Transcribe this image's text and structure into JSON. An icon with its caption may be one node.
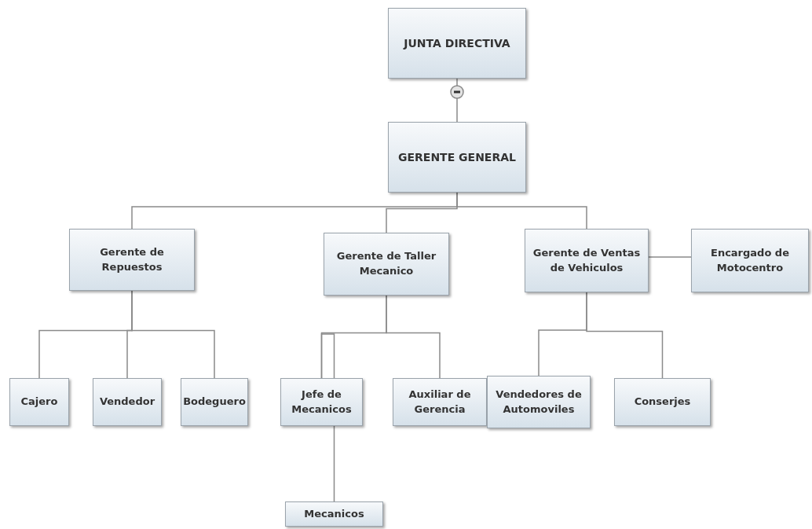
{
  "diagram": {
    "nodes": [
      {
        "text": [
          "JUNTA DIRECTIVA"
        ]
      },
      {
        "text": [
          "GERENTE GENERAL"
        ]
      },
      {
        "text": [
          "Gerente de Repuestos"
        ]
      },
      {
        "text": [
          "Gerente de Taller Mecanico"
        ]
      },
      {
        "text": [
          "Gerente de Ventas de Vehiculos"
        ]
      },
      {
        "text": [
          "Encargado de Motocentro"
        ]
      },
      {
        "text": [
          "Cajero"
        ]
      },
      {
        "text": [
          "Vendedor"
        ]
      },
      {
        "text": [
          "Bodeguero"
        ]
      },
      {
        "text": [
          "Jefe de Mecanicos"
        ]
      },
      {
        "text": [
          "Auxiliar de Gerencia"
        ]
      },
      {
        "text": [
          "Vendedores de Automoviles"
        ]
      },
      {
        "text": [
          "Conserjes"
        ]
      },
      {
        "text": [
          "Mecanicos"
        ]
      }
    ],
    "edges": [
      {
        "from": 0,
        "to": 1,
        "arrow": "none"
      },
      {
        "from": 1,
        "to": 2,
        "arrow": "none"
      },
      {
        "from": 1,
        "to": 3,
        "arrow": "none"
      },
      {
        "from": 1,
        "to": 4,
        "arrow": "none"
      },
      {
        "from": 4,
        "to": 5,
        "arrow": "none"
      },
      {
        "from": 2,
        "to": 6,
        "arrow": "none"
      },
      {
        "from": 2,
        "to": 7,
        "arrow": "none"
      },
      {
        "from": 2,
        "to": 8,
        "arrow": "none"
      },
      {
        "from": 3,
        "to": 9,
        "arrow": "none"
      },
      {
        "from": 3,
        "to": 10,
        "arrow": "none"
      },
      {
        "from": 4,
        "to": 11,
        "arrow": "none"
      },
      {
        "from": 4,
        "to": 12,
        "arrow": "none"
      },
      {
        "from": 9,
        "to": 13,
        "arrow": "none"
      }
    ]
  }
}
